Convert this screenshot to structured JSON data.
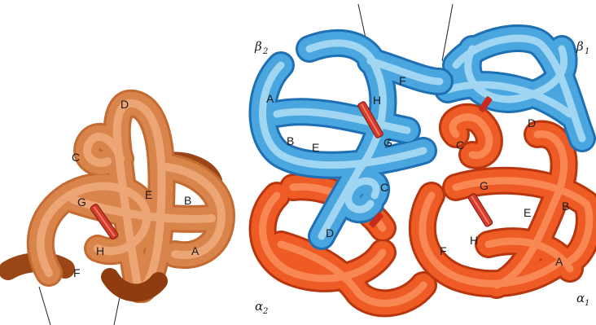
{
  "left_molecule": {
    "helix_labels": [
      "D",
      "C",
      "E",
      "B",
      "G",
      "H",
      "A",
      "F"
    ]
  },
  "right_molecule": {
    "subunits": {
      "beta2": {
        "greek": "β",
        "index": "2"
      },
      "beta1": {
        "greek": "β",
        "index": "1"
      },
      "alpha2": {
        "greek": "α",
        "index": "2"
      },
      "alpha1": {
        "greek": "α",
        "index": "1"
      }
    },
    "beta_helix_labels": [
      "A",
      "F",
      "H",
      "B",
      "E",
      "G",
      "C",
      "D"
    ],
    "alpha_helix_labels": [
      "D",
      "C",
      "G",
      "E",
      "B",
      "H",
      "F",
      "A"
    ]
  },
  "colors": {
    "myoglobin_main": "#d9844a",
    "myoglobin_light": "#f4b98a",
    "myoglobin_dark": "#a14a1a",
    "beta_main": "#4aa6de",
    "beta_light": "#bfe6fa",
    "beta_dark": "#1e6fb3",
    "alpha_main": "#ee5b24",
    "alpha_light": "#fc9a6a",
    "alpha_dark": "#b8360f",
    "heme": "#d63a2a"
  }
}
